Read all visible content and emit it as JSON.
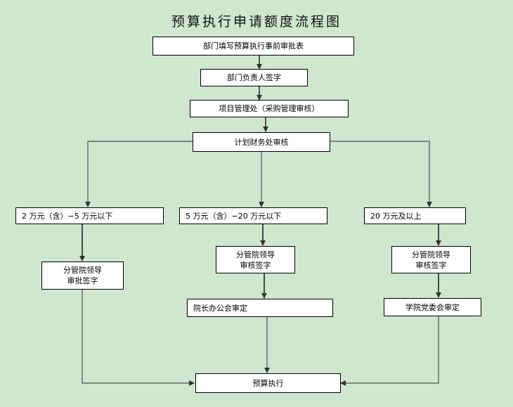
{
  "title": "预算执行申请额度流程图",
  "nodes": {
    "dept_fill": "部门填写预算执行事前审批表",
    "dept_head": "部门负责人签字",
    "project_office": "项目管理处（采购管理审核）",
    "finance_office": "计划财务处审核",
    "range_low": "2 万元（含）−5 万元以下",
    "range_mid": "5 万元（含）−20 万元以下",
    "range_high": "20 万元及以上",
    "leader_low": "分管院领导\n审批签字",
    "leader_mid": "分管院领导\n审核签字",
    "leader_high": "分管院领导\n审核签字",
    "president_meeting": "院长办公会审定",
    "party_committee": "学院党委会审定",
    "execute": "预算执行"
  },
  "colors": {
    "background": "#cfe6cf",
    "box_fill": "#ffffff",
    "line_gray": "#666666",
    "line_dark": "#222222"
  }
}
